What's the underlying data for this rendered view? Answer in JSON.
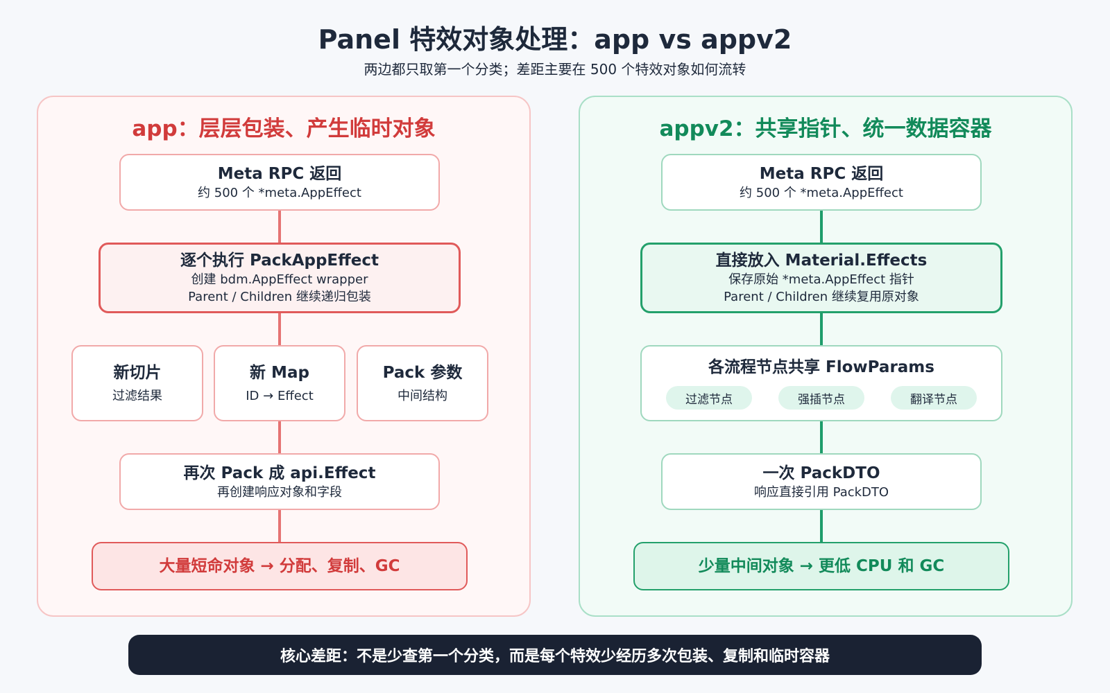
{
  "title": "Panel 特效对象处理：app vs appv2",
  "subtitle": "两边都只取第一个分类；差距主要在 500 个特效对象如何流转",
  "left": {
    "title": "app：层层包装、产生临时对象",
    "step1": {
      "heading": "Meta RPC 返回",
      "detail": "约 500 个 *meta.AppEffect"
    },
    "step2": {
      "heading": "逐个执行 PackAppEffect",
      "line1": "创建 bdm.AppEffect wrapper",
      "line2": "Parent / Children 继续递归包装"
    },
    "temp1": {
      "heading": "新切片",
      "detail": "过滤结果"
    },
    "temp2": {
      "heading": "新 Map",
      "detail": "ID → Effect"
    },
    "temp3": {
      "heading": "Pack 参数",
      "detail": "中间结构"
    },
    "step4": {
      "heading": "再次 Pack 成 api.Effect",
      "detail": "再创建响应对象和字段"
    },
    "result": "大量短命对象 → 分配、复制、GC"
  },
  "right": {
    "title": "appv2：共享指针、统一数据容器",
    "step1": {
      "heading": "Meta RPC 返回",
      "detail": "约 500 个 *meta.AppEffect"
    },
    "step2": {
      "heading": "直接放入 Material.Effects",
      "line1": "保存原始 *meta.AppEffect 指针",
      "line2": "Parent / Children 继续复用原对象"
    },
    "step3": {
      "heading": "各流程节点共享 FlowParams",
      "pills": [
        "过滤节点",
        "强插节点",
        "翻译节点"
      ]
    },
    "step4": {
      "heading": "一次 PackDTO",
      "detail": "响应直接引用 PackDTO"
    },
    "result": "少量中间对象 → 更低 CPU 和 GC"
  },
  "footer": "核心差距：不是少查第一个分类，而是每个特效少经历多次包装、复制和临时容器",
  "colors": {
    "app_accent": "#d13b3b",
    "appv2_accent": "#128a5a",
    "footer_bg": "#1a2233"
  }
}
